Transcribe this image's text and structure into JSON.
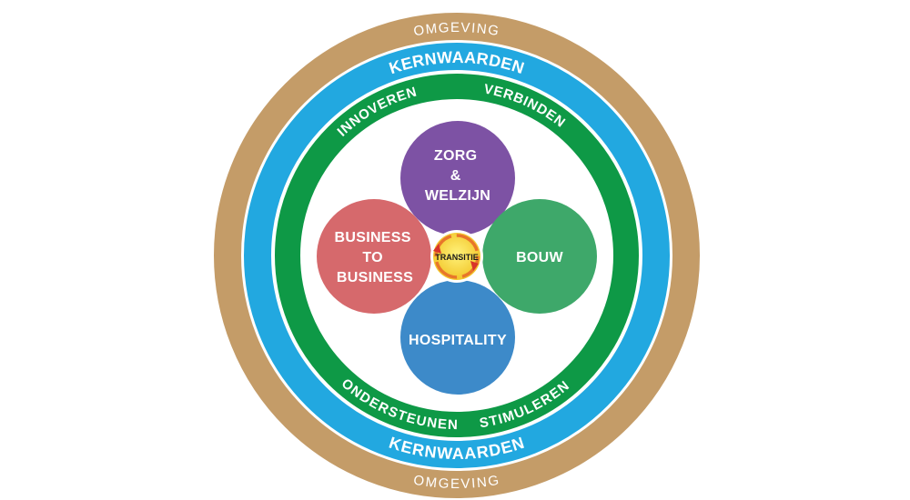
{
  "outer_ring": {
    "label_top": "OMGEVING",
    "label_bottom": "OMGEVING",
    "color": "#C49C68"
  },
  "values_ring": {
    "label_top": "KERNWAARDEN",
    "label_bottom": "KERNWAARDEN",
    "color": "#22A8E0"
  },
  "actions_ring": {
    "color": "#0E9946",
    "top_left": "INNOVEREN",
    "top_right": "VERBINDEN",
    "bottom_left": "ONDERSTEUNEN",
    "bottom_right": "STIMULEREN"
  },
  "sectors": [
    {
      "lines": [
        "ZORG",
        "&",
        "WELZIJN"
      ],
      "color": "#7D52A4"
    },
    {
      "lines": [
        "BOUW"
      ],
      "color": "#3EA86A"
    },
    {
      "lines": [
        "HOSPITALITY"
      ],
      "color": "#3D8AC9"
    },
    {
      "lines": [
        "BUSINESS",
        "TO",
        "BUSINESS"
      ],
      "color": "#D6696C"
    }
  ],
  "center": {
    "label": "TRANSITIE",
    "color": "#F5D43A",
    "arrow_color": "#E8762A"
  }
}
